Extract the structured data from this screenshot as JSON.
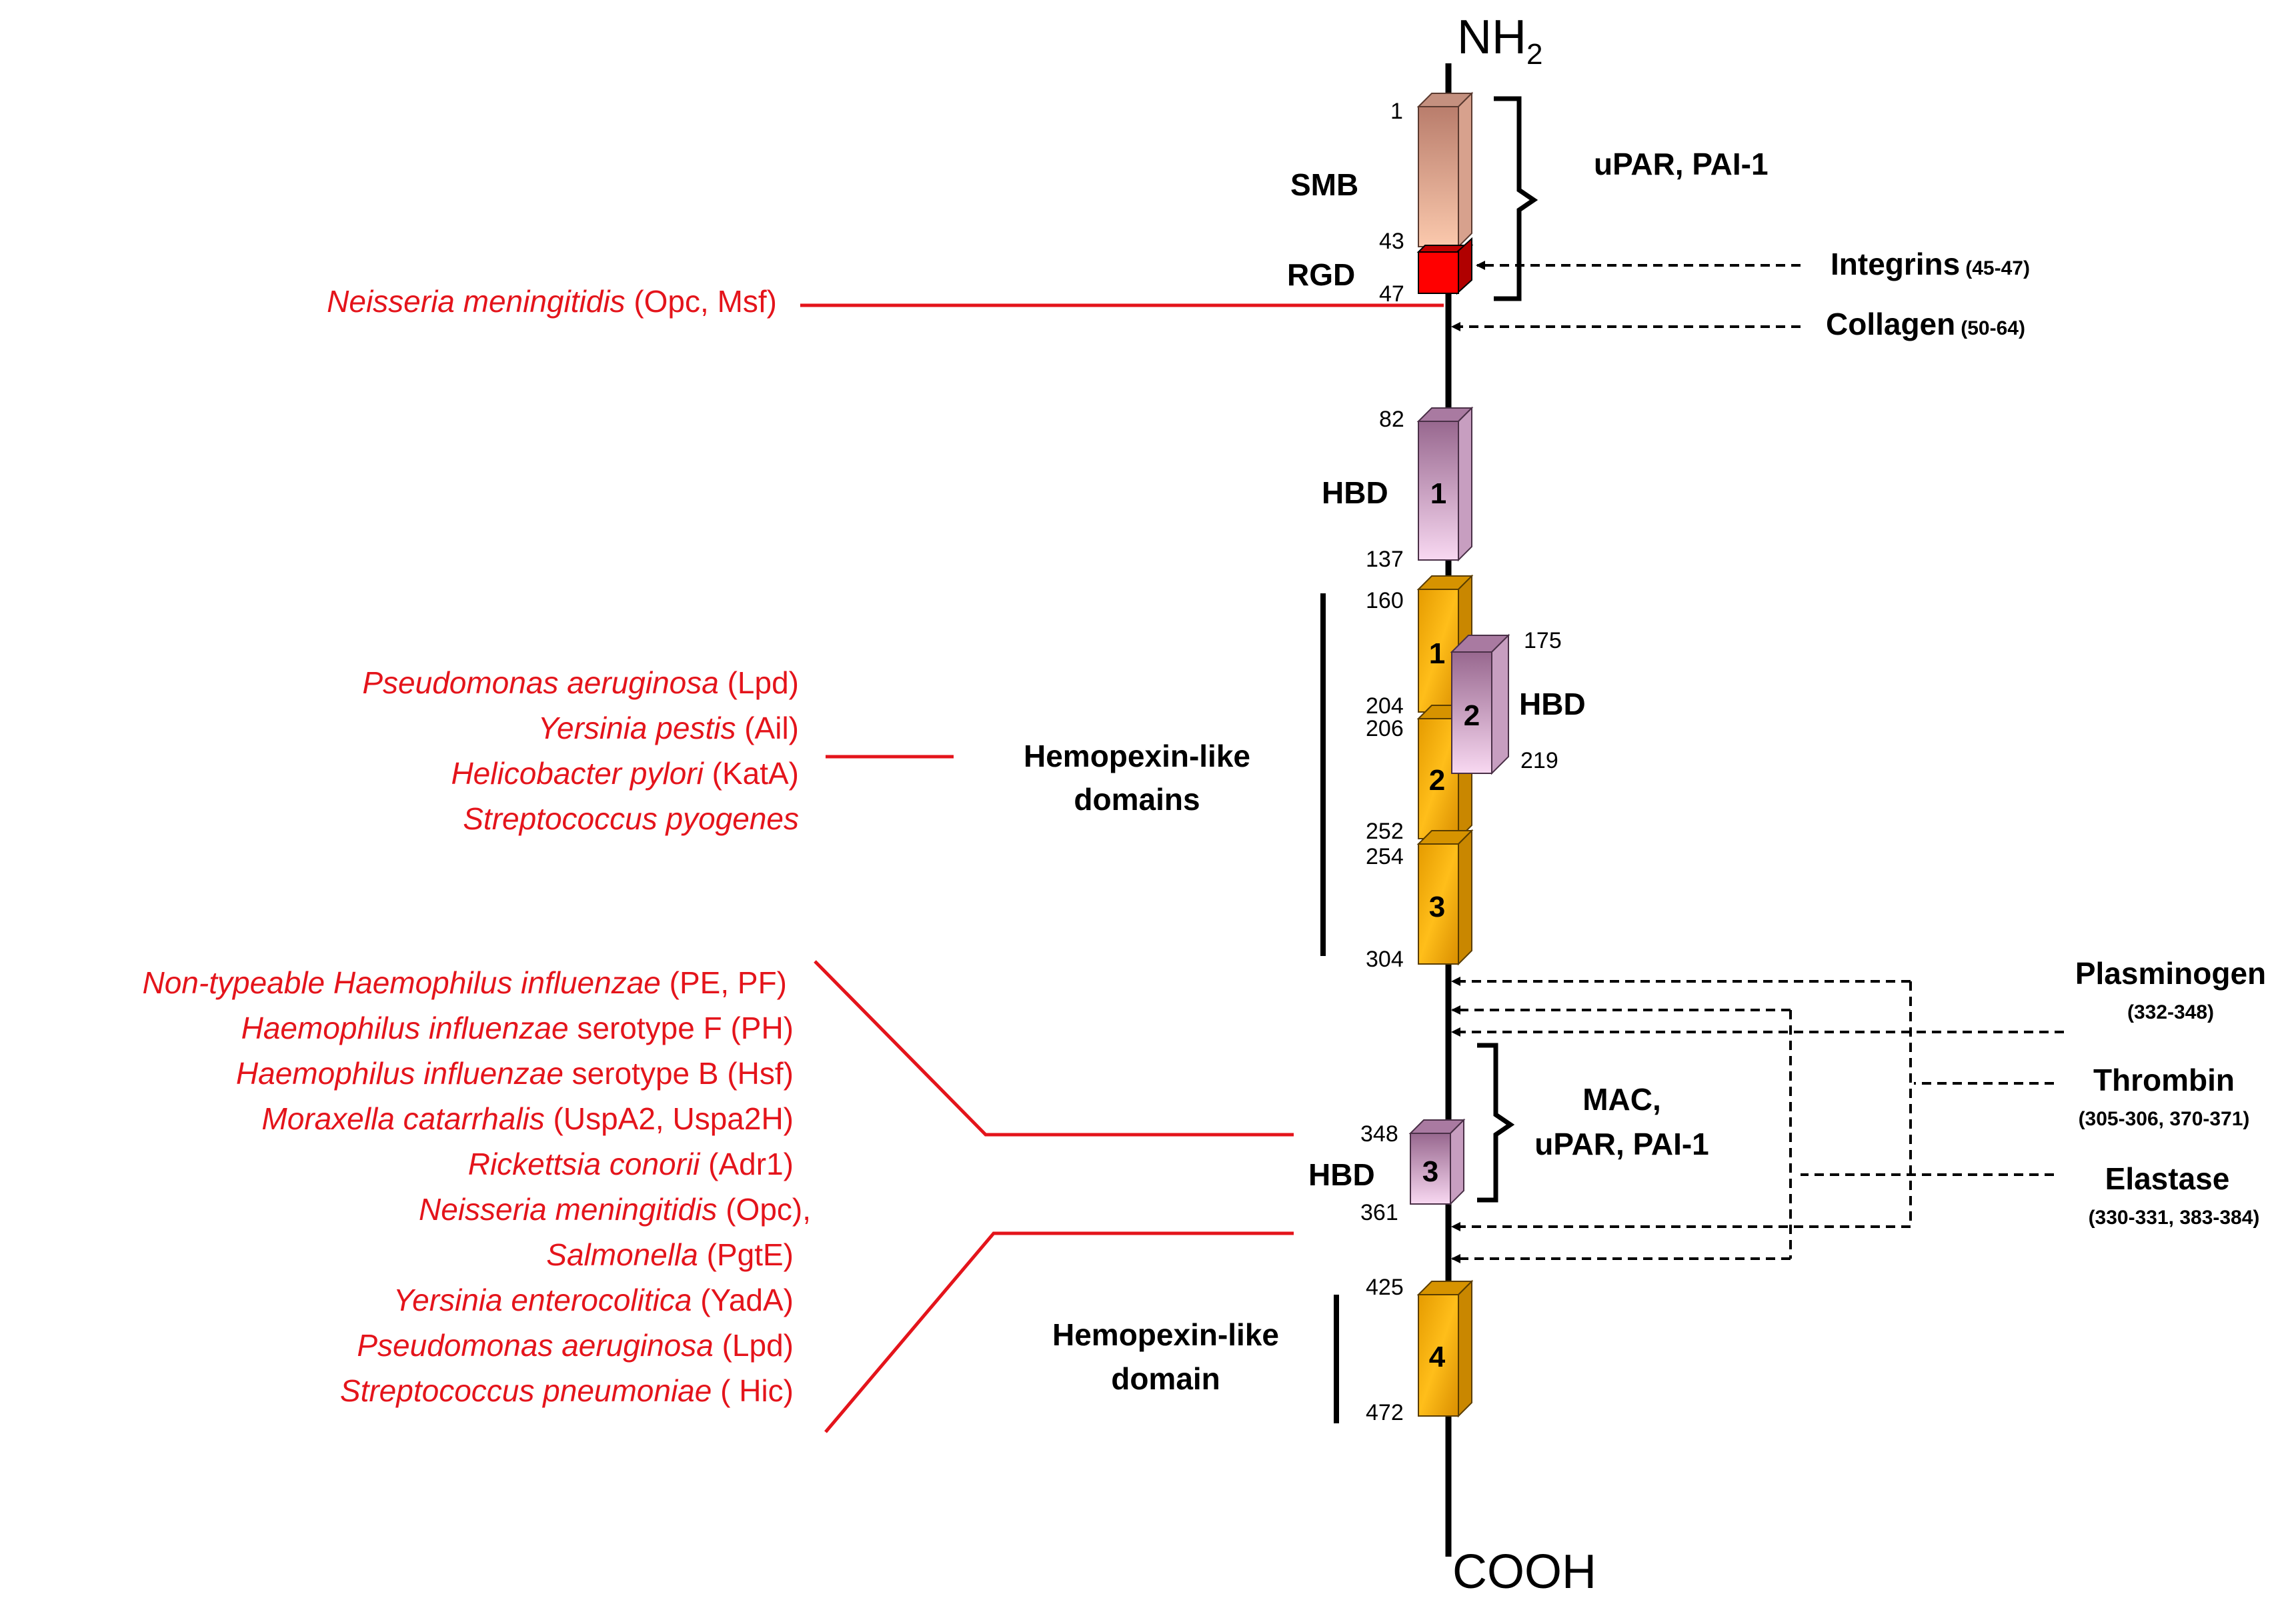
{
  "termini": {
    "n_term_main": "NH",
    "n_term_sub": "2",
    "c_term": "COOH"
  },
  "domains": {
    "smb": {
      "label": "SMB",
      "start": "1",
      "end": "43"
    },
    "rgd": {
      "label": "RGD",
      "end": "47"
    },
    "hbd1": {
      "label": "HBD",
      "number": "1",
      "start": "82",
      "end": "137"
    },
    "hemo1": {
      "number": "1",
      "start": "160",
      "end": "204"
    },
    "hbd2": {
      "label": "HBD",
      "number": "2",
      "start": "175",
      "end": "219"
    },
    "hemo2": {
      "number": "2",
      "start": "206",
      "end": "252"
    },
    "hemo3": {
      "number": "3",
      "start": "254",
      "end": "304"
    },
    "hbd3": {
      "label": "HBD",
      "number": "3",
      "start": "348",
      "end": "361"
    },
    "hemo4": {
      "number": "4",
      "start": "425",
      "end": "472"
    }
  },
  "group_labels": {
    "upar_pai_top": "uPAR, PAI-1",
    "hemopexin_domains_line1": "Hemopexin-like",
    "hemopexin_domains_line2": "domains",
    "mac_line1": "MAC,",
    "mac_line2": "uPAR, PAI-1",
    "hemopexin_domain_line1": "Hemopexin-like",
    "hemopexin_domain_line2": "domain"
  },
  "binders": {
    "integrins": {
      "name": "Integrins",
      "range": "(45-47)"
    },
    "collagen": {
      "name": "Collagen",
      "range": "(50-64)"
    },
    "plasminogen": {
      "name": "Plasminogen",
      "range": "(332-348)"
    },
    "thrombin": {
      "name": "Thrombin",
      "range": "(305-306, 370-371)"
    },
    "elastase": {
      "name": "Elastase",
      "range": "(330-331, 383-384)"
    }
  },
  "pathogens": {
    "group_top": [
      {
        "species": "Neisseria meningitidis",
        "protein": " (Opc, Msf)"
      }
    ],
    "group_hemopexin": [
      {
        "species": "Pseudomonas aeruginosa",
        "protein": " (Lpd)"
      },
      {
        "species": "Yersinia pestis",
        "protein": " (Ail)"
      },
      {
        "species": "Helicobacter pylori",
        "protein": " (KatA)"
      },
      {
        "species": "Streptococcus pyogenes",
        "protein": ""
      }
    ],
    "group_c_terminal": [
      {
        "species": "Non-typeable Haemophilus influenzae",
        "protein": " (PE, PF)"
      },
      {
        "species": "Haemophilus influenzae",
        "protein": " serotype F (PH)"
      },
      {
        "species": "Haemophilus influenzae",
        "protein": " serotype B (Hsf)"
      },
      {
        "species": "Moraxella catarrhalis",
        "protein": " (UspA2, Uspa2H)"
      },
      {
        "species": "Rickettsia conorii",
        "protein": " (Adr1)"
      },
      {
        "species": "Neisseria meningitidis",
        "protein": " (Opc),"
      },
      {
        "species": "Salmonella",
        "protein": " (PgtE)"
      },
      {
        "species": "Yersinia enterocolitica",
        "protein": " (YadA)"
      },
      {
        "species": "Pseudomonas aeruginosa",
        "protein": " (Lpd)"
      },
      {
        "species": "Streptococcus pneumoniae",
        "protein": " ( Hic)"
      }
    ]
  },
  "colors": {
    "pathogen_red": "#e4141b",
    "rgd_red": "#ff0000",
    "smb_top": "#c98a78",
    "smb_bottom": "#f9c4a8",
    "hbd_top": "#9e6f98",
    "hbd_bottom": "#f6d4ef",
    "hemopexin_orange": "#f0a800"
  }
}
